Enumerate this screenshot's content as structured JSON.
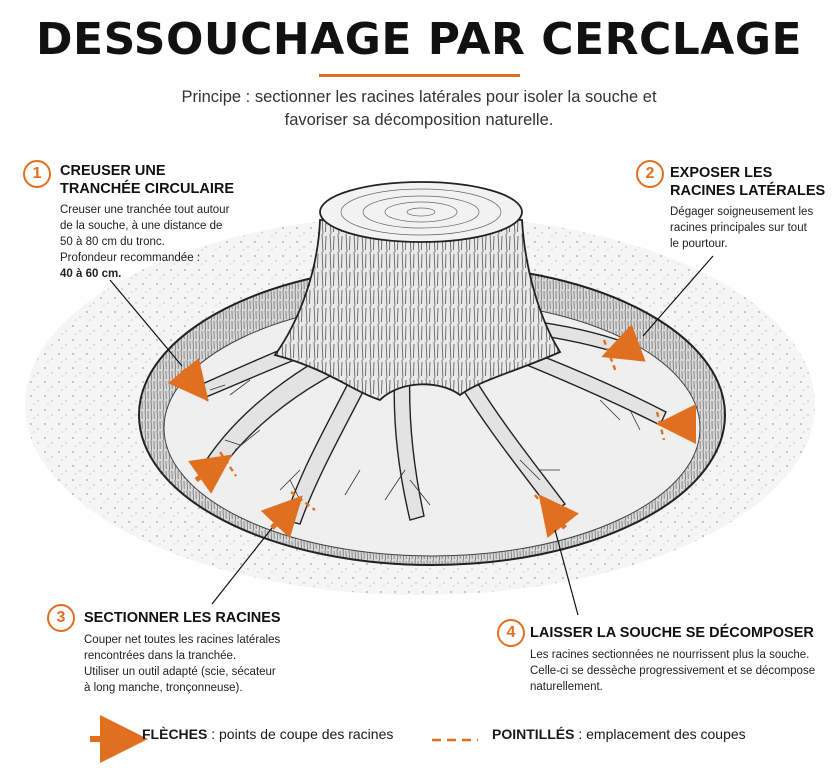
{
  "header": {
    "title": "DESSOUCHAGE PAR CERCLAGE",
    "subtitle_line1": "Principe : sectionner les racines latérales pour isoler la souche et",
    "subtitle_line2": "favoriser sa décomposition naturelle."
  },
  "steps": [
    {
      "number": "1",
      "title_line1": "CREUSER UNE",
      "title_line2": "TRANCHÉE CIRCULAIRE",
      "text_lines": [
        "Creuser une tranchée tout autour",
        "de la souche, à une distance de",
        "50 à 80 cm du tronc.",
        "Profondeur recommandée :"
      ],
      "text_strong": "40 à 60 cm."
    },
    {
      "number": "2",
      "title_line1": "EXPOSER LES",
      "title_line2": "RACINES LATÉRALES",
      "text_lines": [
        "Dégager soigneusement les",
        "racines principales sur tout",
        "le pourtour."
      ]
    },
    {
      "number": "3",
      "title_line1": "SECTIONNER LES RACINES",
      "text_lines": [
        "Couper net toutes les racines latérales",
        "rencontrées dans la tranchée.",
        "Utiliser un outil adapté (scie, sécateur",
        "à long manche, tronçonneuse)."
      ]
    },
    {
      "number": "4",
      "title_line1": "LAISSER LA SOUCHE SE DÉCOMPOSER",
      "text_lines": [
        "Les racines sectionnées ne nourrissent plus la souche.",
        "Celle-ci se dessèche progressivement et se décompose",
        "naturellement."
      ]
    }
  ],
  "legend": {
    "arrows_label": "FLÈCHES",
    "arrows_text": " : points de coupe des racines",
    "dashes_label": "POINTILLÉS",
    "dashes_text": " : emplacement des coupes"
  },
  "colors": {
    "accent": "#e0701f",
    "ink": "#1a1a1a"
  }
}
